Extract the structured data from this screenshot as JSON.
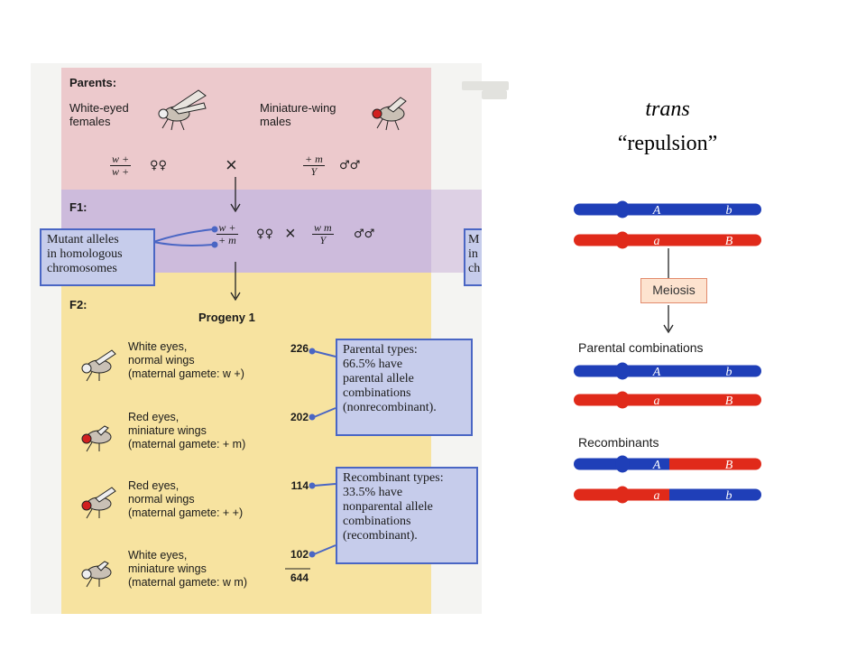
{
  "left_figure": {
    "parents_label": "Parents:",
    "female_desc": [
      "White-eyed",
      "females"
    ],
    "male_desc": [
      "Miniature-wing",
      "males"
    ],
    "female_genotype": {
      "num": "w +",
      "den": "w +",
      "sex": "♀♀"
    },
    "male_genotype": {
      "num": "+ m",
      "den": "Y",
      "sex": "♂♂"
    },
    "cross_symbol": "×",
    "f1_label": "F1:",
    "f1_female_genotype": {
      "num": "w +",
      "den": "+ m",
      "sex": "♀♀"
    },
    "f1_male_genotype": {
      "num": "w m",
      "den": "Y",
      "sex": "♂♂"
    },
    "mutant_callout": [
      "Mutant alleles",
      "in homologous",
      "chromosomes"
    ],
    "cut_callout": [
      "M",
      "in",
      "ch"
    ],
    "f2_label": "F2:",
    "progeny_title": "Progeny 1",
    "progeny": [
      {
        "lines": [
          "White eyes,",
          "normal wings",
          "(maternal gamete: w +)"
        ],
        "count": "226"
      },
      {
        "lines": [
          "Red eyes,",
          "miniature wings",
          "(maternal gamete: + m)"
        ],
        "count": "202"
      },
      {
        "lines": [
          "Red eyes,",
          "normal wings",
          "(maternal gamete: + +)"
        ],
        "count": "114"
      },
      {
        "lines": [
          "White eyes,",
          "miniature wings",
          "(maternal gamete: w m)"
        ],
        "count": "102"
      }
    ],
    "total": "644",
    "parental_callout": [
      "Parental types:",
      "66.5% have",
      "parental allele",
      "combinations",
      "(nonrecombinant)."
    ],
    "recombinant_callout": [
      "Recombinant types:",
      "33.5% have",
      "nonparental allele",
      "combinations",
      "(recombinant)."
    ]
  },
  "right_figure": {
    "title_line1": "trans",
    "title_line2": "“repulsion”",
    "top_chromosomes": [
      {
        "left_label": "A",
        "right_label": "b"
      },
      {
        "left_label": "a",
        "right_label": "B"
      }
    ],
    "meiosis_label": "Meiosis",
    "parental_heading": "Parental combinations",
    "parental_chromosomes": [
      {
        "left_label": "A",
        "right_label": "b"
      },
      {
        "left_label": "a",
        "right_label": "B"
      }
    ],
    "recombinants_heading": "Recombinants",
    "recombinant_chromosomes": [
      {
        "left_label": "A",
        "right_label": "B"
      },
      {
        "left_label": "a",
        "right_label": "b"
      }
    ],
    "colors": {
      "blue": "#1f3fb8",
      "red": "#e02a1a"
    }
  }
}
